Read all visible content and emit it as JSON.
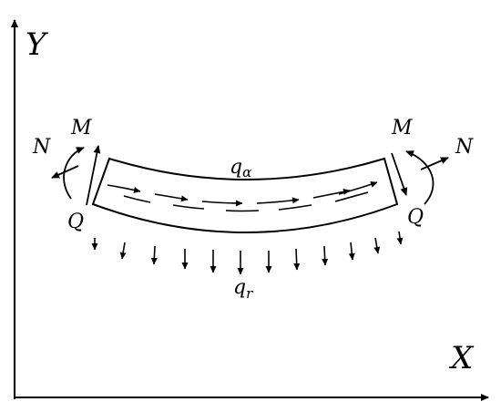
{
  "axes": {
    "y_label": "Y",
    "x_label": "X"
  },
  "forces": {
    "left_normal": "N",
    "left_moment": "M",
    "left_shear": "Q",
    "right_normal": "N",
    "right_moment": "M",
    "right_shear": "Q"
  },
  "loads": {
    "tangential": {
      "symbol": "q",
      "subscript": "α"
    },
    "radial": {
      "symbol": "q",
      "subscript": "r"
    }
  }
}
